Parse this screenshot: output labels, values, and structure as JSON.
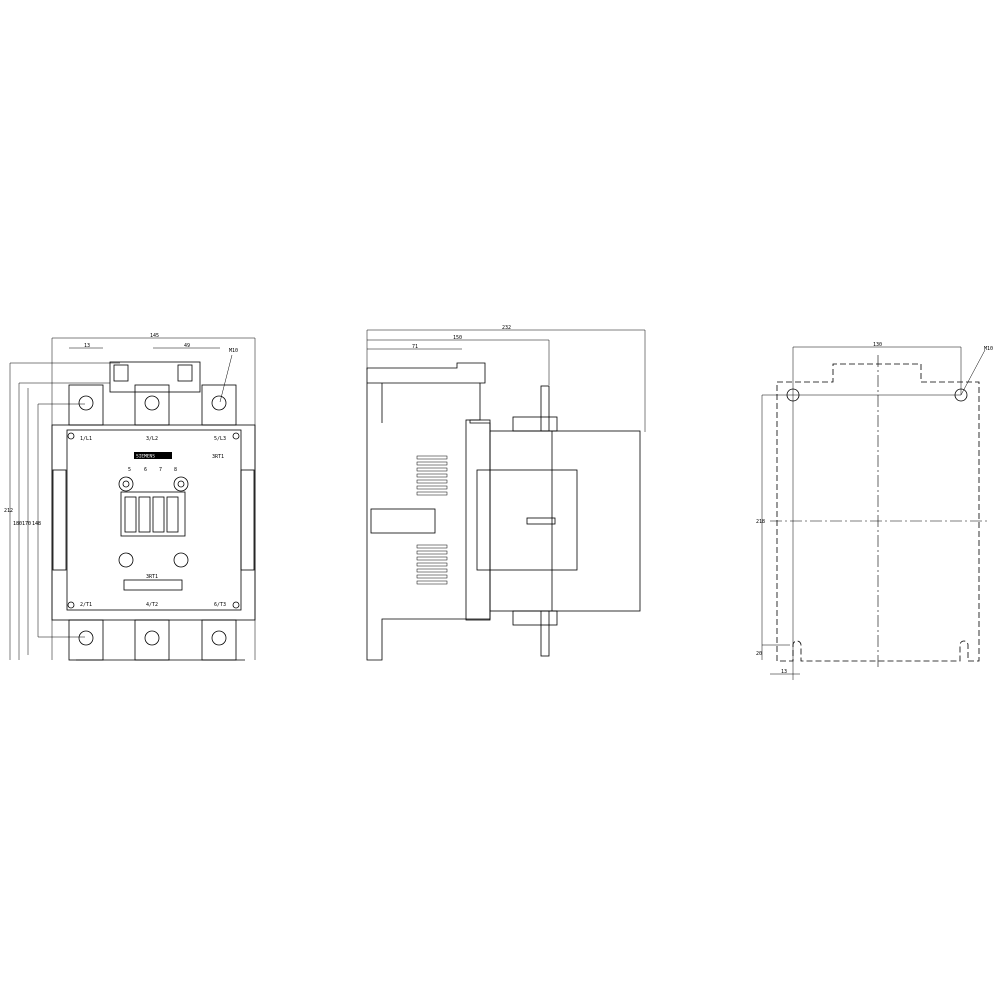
{
  "front_view": {
    "dimensions": {
      "width": "145",
      "terminal_width": "13",
      "pitch": "49",
      "thread": "M10",
      "h1": "212",
      "h2": "180",
      "h3": "170",
      "h4": "148"
    },
    "terminals_top": [
      "1/L1",
      "3/L2",
      "5/L3"
    ],
    "terminals_bottom": [
      "2/T1",
      "4/T2",
      "6/T3"
    ],
    "brand": "SIEMENS",
    "type_code": "3RT1",
    "aux_labels": [
      "5",
      "6",
      "7",
      "8"
    ],
    "coil_label": "3RT1"
  },
  "side_view": {
    "dimensions": {
      "depth": "232",
      "d2": "150",
      "d3": "71"
    }
  },
  "mounting_view": {
    "dimensions": {
      "hole_spacing": "130",
      "thread": "M10",
      "height": "218",
      "offset_v": "20",
      "offset_h": "13"
    }
  }
}
